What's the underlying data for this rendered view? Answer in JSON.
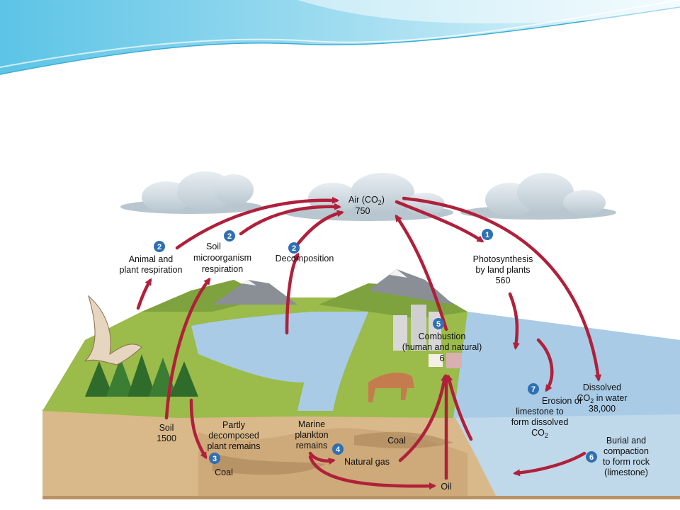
{
  "labels": {
    "air_line1": "Air (CO",
    "air_sub": "2",
    "air_line1_end": ")",
    "air_value": "750",
    "animal_line1": "Animal and",
    "animal_line2": "plant respiration",
    "soilmicro_line1": "Soil",
    "soilmicro_line2": "microorganism",
    "soilmicro_line3": "respiration",
    "decomposition": "Decomposition",
    "photo_line1": "Photosynthesis",
    "photo_line2": "by land plants",
    "photo_value": "560",
    "combustion_line1": "Combustion",
    "combustion_line2": "(human and natural)",
    "combustion_value": "6",
    "dissolved_line1": "Dissolved",
    "dissolved_line2a": "CO",
    "dissolved_line2sub": "2",
    "dissolved_line2b": " in water",
    "dissolved_value": "38,000",
    "erosion_line1": "Erosion of",
    "erosion_line2": "limestone to",
    "erosion_line3": "form dissolved",
    "erosion_line4a": "CO",
    "erosion_line4sub": "2",
    "soil_line1": "Soil",
    "soil_value": "1500",
    "partly_line1": "Partly",
    "partly_line2": "decomposed",
    "partly_line3": "plant remains",
    "coal_left": "Coal",
    "marine_line1": "Marine",
    "marine_line2": "plankton",
    "marine_line3": "remains",
    "coal_right": "Coal",
    "natural_gas": "Natural gas",
    "oil": "Oil",
    "burial_line1": "Burial and",
    "burial_line2": "compaction",
    "burial_line3": "to form rock",
    "burial_line4": "(limestone)"
  },
  "markers": {
    "m1": "1",
    "m2a": "2",
    "m2b": "2",
    "m2c": "2",
    "m3": "3",
    "m4": "4",
    "m5": "5",
    "m6": "6",
    "m7": "7"
  },
  "colors": {
    "arrow": "#b0203a",
    "marker": "#2f6fb3",
    "water": "#a9cbe6",
    "land": "#9bbb4a",
    "soil": "#d9b98a",
    "banner": "#8fd4ec"
  }
}
